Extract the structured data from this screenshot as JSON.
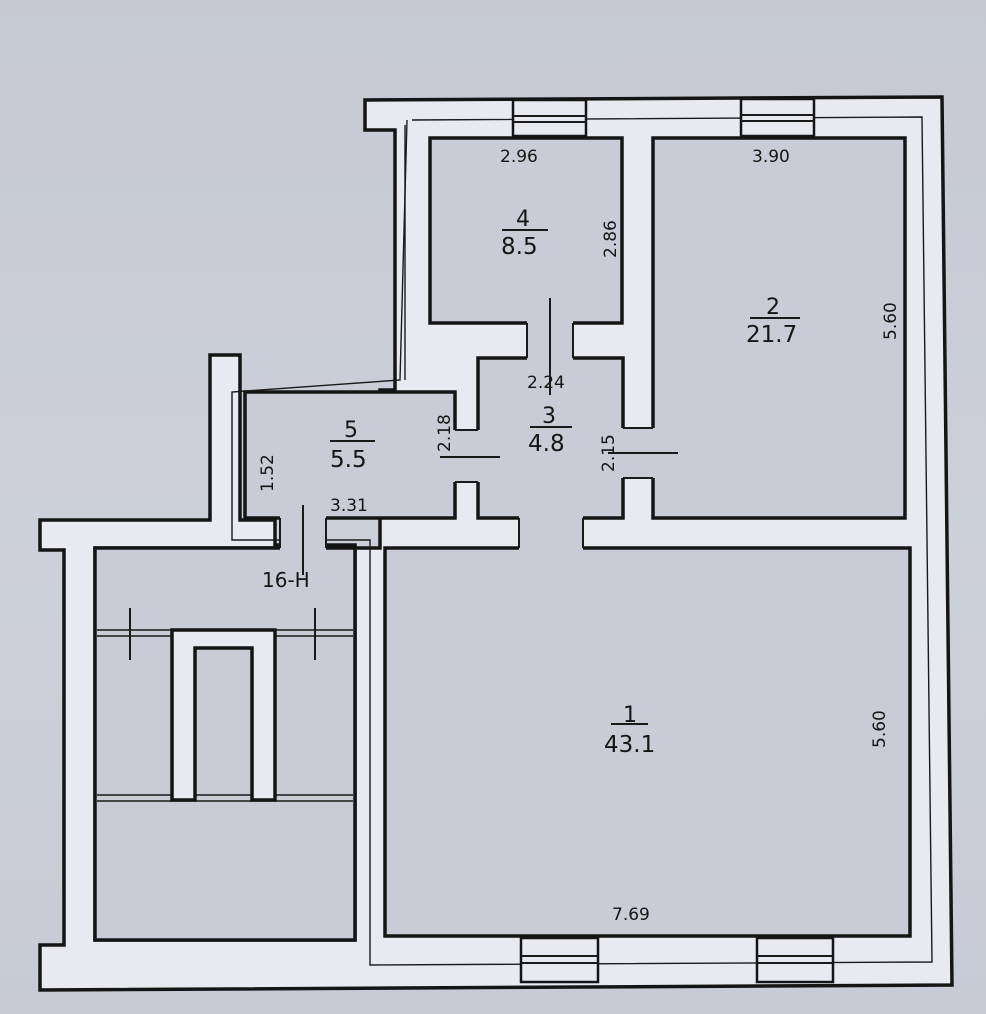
{
  "rooms": [
    {
      "id": "1",
      "number": "1",
      "area": "43.1"
    },
    {
      "id": "2",
      "number": "2",
      "area": "21.7"
    },
    {
      "id": "3",
      "number": "3",
      "area": "4.8"
    },
    {
      "id": "4",
      "number": "4",
      "area": "8.5"
    },
    {
      "id": "5",
      "number": "5",
      "area": "5.5"
    }
  ],
  "dimensions": {
    "room4_width": "2.96",
    "room4_height": "2.86",
    "room2_width": "3.90",
    "room2_height": "5.60",
    "room3_width": "2.24",
    "room3_left": "2.18",
    "room3_right": "2.15",
    "room5_height": "1.52",
    "room5_width": "3.31",
    "room1_width": "7.69",
    "room1_height": "5.60"
  },
  "stair_label": "16-Н"
}
